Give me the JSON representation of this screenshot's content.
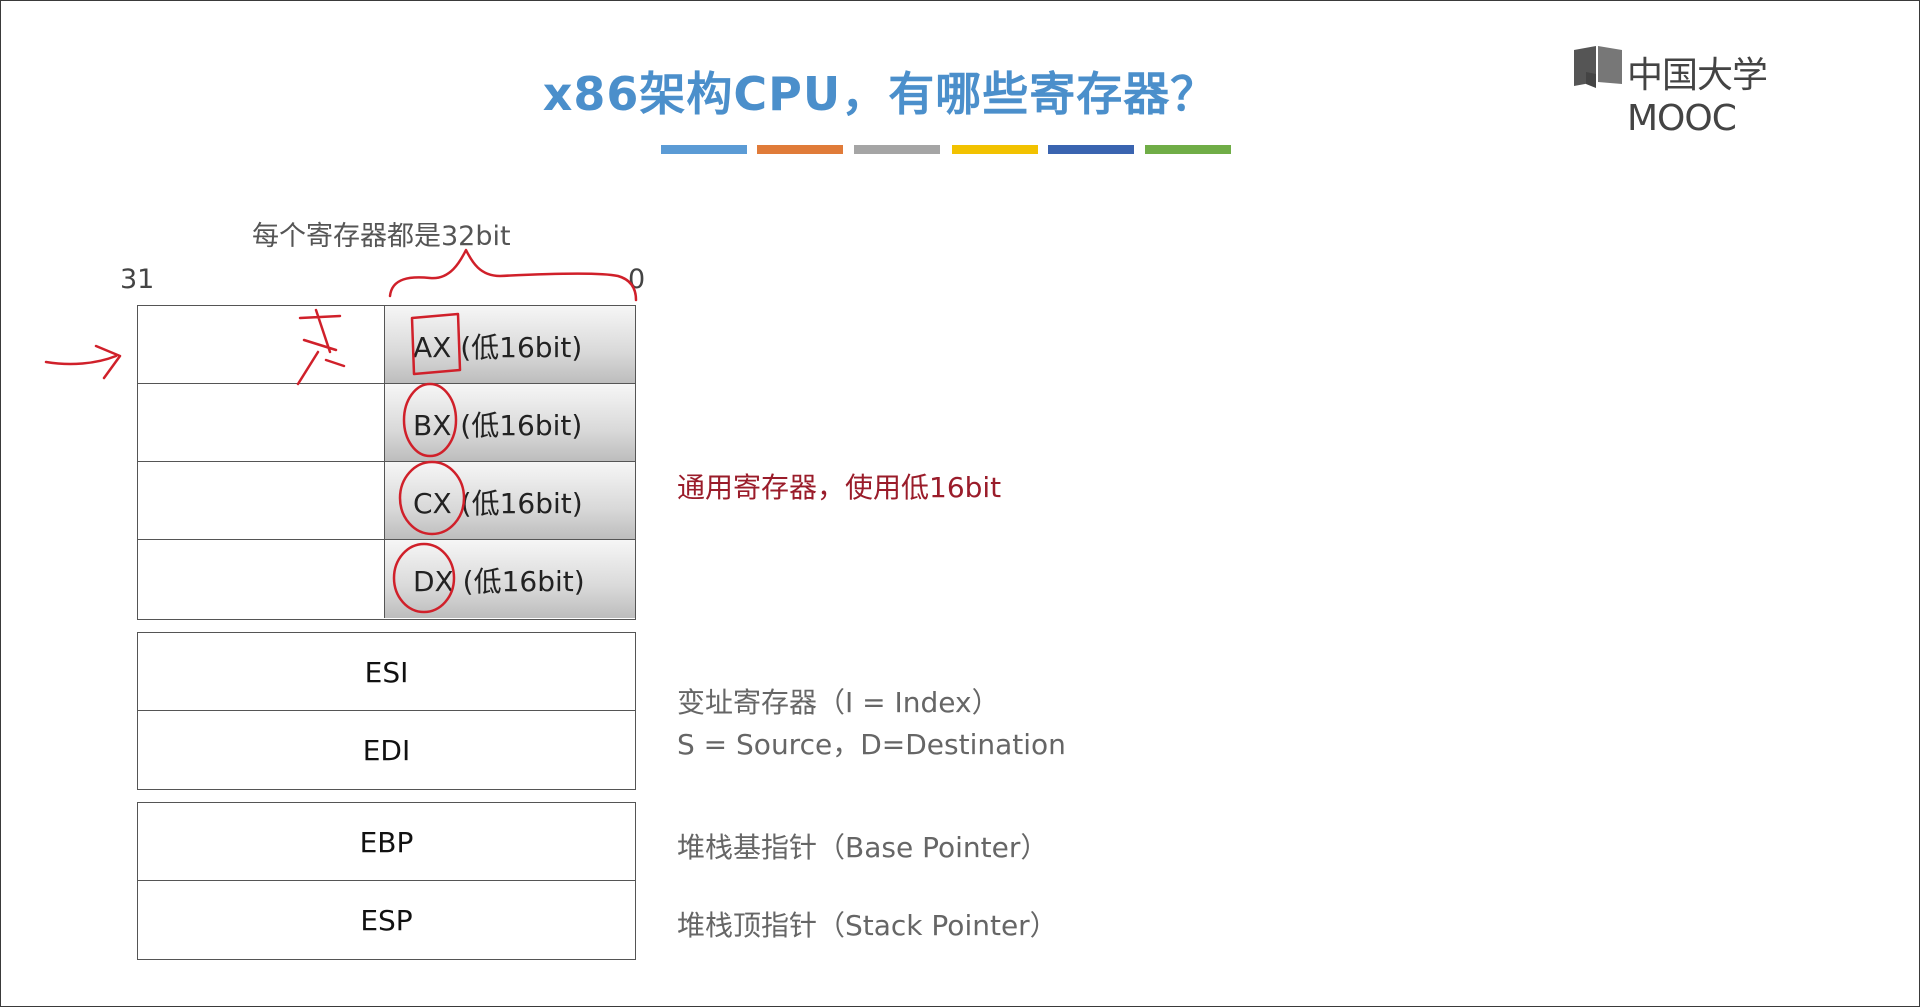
{
  "slide": {
    "title": "x86架构CPU，有哪些寄存器？",
    "color_bar": [
      "#5b9bd5",
      "#e07b39",
      "#a5a5a5",
      "#f2c200",
      "#3a64b0",
      "#70ad47"
    ],
    "logo_text": "中国大学MOOC"
  },
  "diagram": {
    "bits_label": "每个寄存器都是32bit",
    "bit_high": "31",
    "bit_low": "0",
    "general_registers": [
      {
        "name": "AX",
        "note": "(低16bit)"
      },
      {
        "name": "BX",
        "note": "(低16bit)"
      },
      {
        "name": "CX",
        "note": "(低16bit)"
      },
      {
        "name": "DX",
        "note": "(低16bit)"
      }
    ],
    "index_registers": [
      "ESI",
      "EDI"
    ],
    "pointer_registers": [
      "EBP",
      "ESP"
    ]
  },
  "descriptions": {
    "general": "通用寄存器，使用低16bit",
    "index_line1": "变址寄存器（I = Index）",
    "index_line2": "S = Source，D=Destination",
    "base_pointer": "堆栈基指针（Base Pointer）",
    "stack_pointer": "堆栈顶指针（Stack Pointer）"
  },
  "colors": {
    "title": "#4b8fcb",
    "annotation_ink": "#d0202a",
    "general_desc": "#9a1c2a"
  }
}
